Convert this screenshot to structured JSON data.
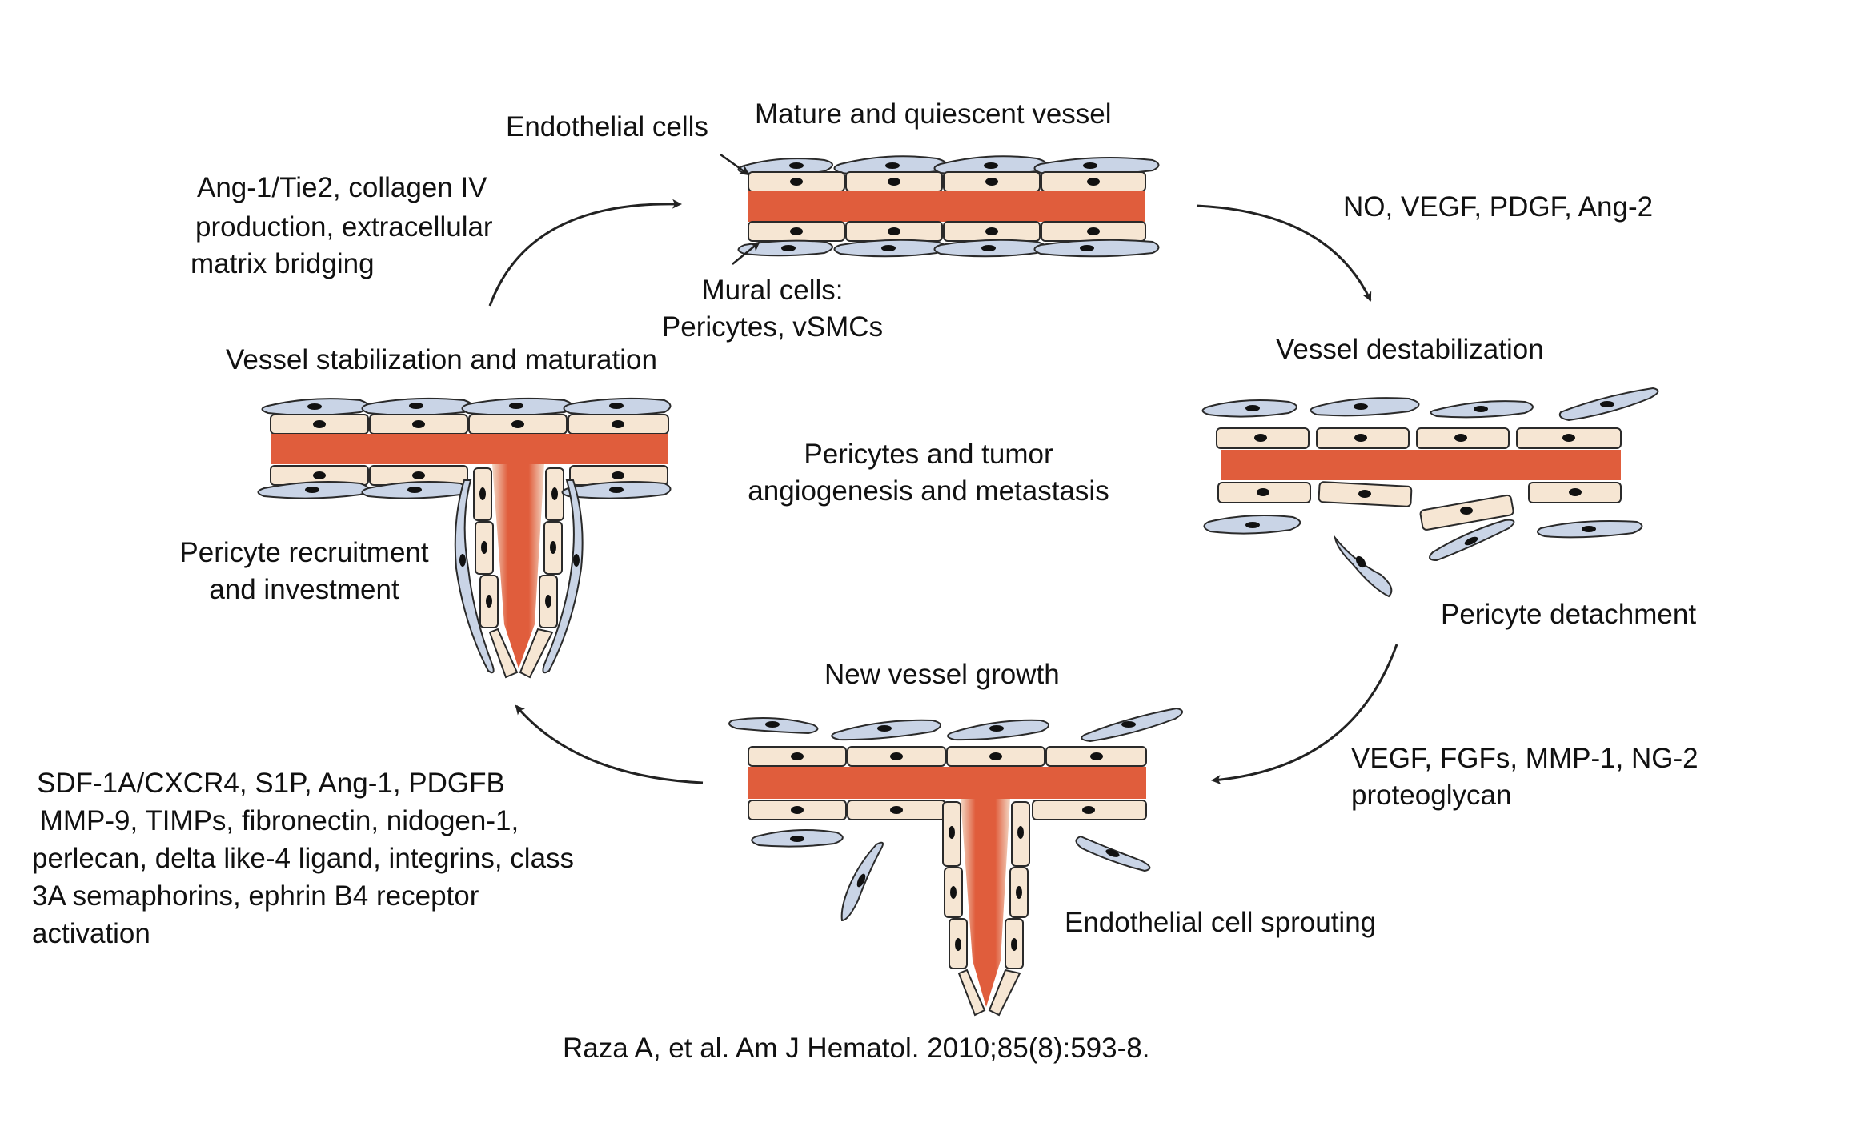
{
  "colors": {
    "lumen": "#e05d3c",
    "endothelial_fill": "#f6e6d3",
    "pericyte_fill": "#c9d4e6",
    "outline": "#2a2a2a",
    "arrow": "#222222"
  },
  "labels": {
    "mature_vessel": "Mature and quiescent vessel",
    "endothelial_cells": "Endothelial cells",
    "mural_cells_line1": "Mural cells:",
    "mural_cells_line2": "Pericytes, vSMCs",
    "stabilization_factors": [
      "Ang-1/Tie2, collagen IV",
      "production, extracellular",
      "matrix bridging"
    ],
    "destabilization_factors": "NO, VEGF, PDGF, Ang-2",
    "stabilization_title": "Vessel stabilization and maturation",
    "destabilization_title": "Vessel destabilization",
    "center_title": [
      "Pericytes and tumor",
      "angiogenesis and metastasis"
    ],
    "recruitment": [
      "Pericyte recruitment",
      "and investment"
    ],
    "detachment": "Pericyte detachment",
    "new_growth": "New vessel growth",
    "growth_factors": [
      "VEGF, FGFs, MMP-1, NG-2",
      "proteoglycan"
    ],
    "recruitment_factors": [
      "SDF-1A/CXCR4, S1P, Ang-1, PDGFB",
      " MMP-9, TIMPs, fibronectin, nidogen-1,",
      "perlecan, delta like-4 ligand, integrins, class",
      "3A semaphorins, ephrin B4 receptor",
      "activation"
    ],
    "sprouting": "Endothelial cell sprouting",
    "citation": "Raza A, et al. Am J Hematol. 2010;85(8):593-8."
  },
  "icons": [
    "vessel-illustration",
    "pericyte-cell-icon",
    "endothelial-cell-icon",
    "cycle-arrow-icon"
  ]
}
